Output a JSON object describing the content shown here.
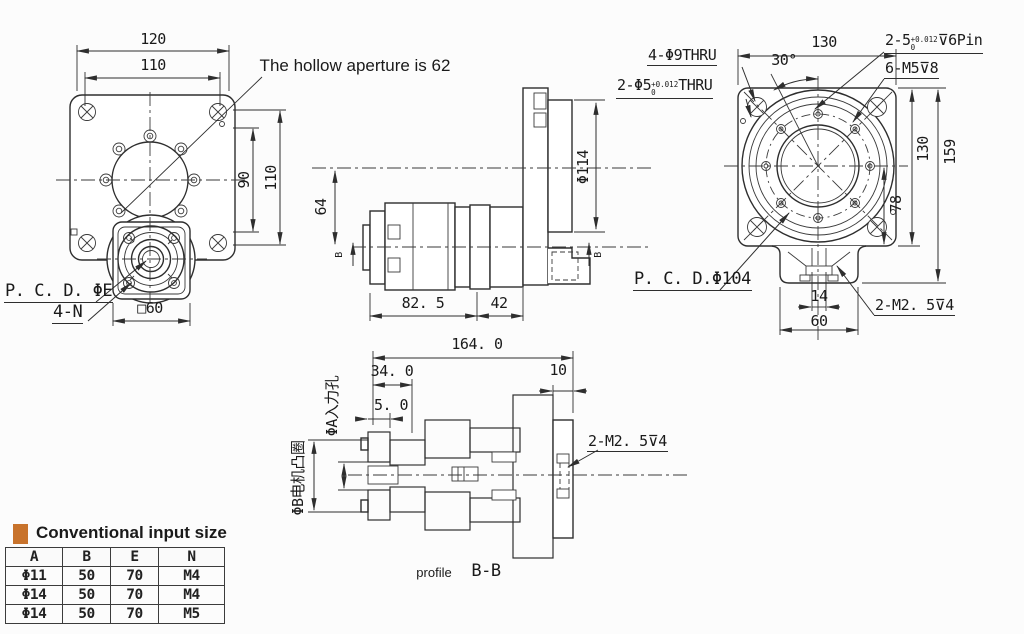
{
  "colors": {
    "accent_orange": "#c8732c",
    "line": "#2e2e2e",
    "text": "#1a1a1a",
    "background": "#fcfcfc"
  },
  "front_view": {
    "dim_width_outer": "120",
    "dim_width_inner": "110",
    "dim_height_inner": "90",
    "dim_height_outer": "110",
    "note_hollow_aperture": "The hollow aperture is 62",
    "label_pcd": "P. C. D. ΦE",
    "label_holes": "4-N",
    "dim_square": "□60"
  },
  "side_view": {
    "dim_height_64": "64",
    "dim_phi114": "Φ114",
    "dim_length_825": "82. 5",
    "dim_length_42": "42",
    "section_marker_left": "B",
    "section_marker_right": "B"
  },
  "rear_view": {
    "label_4_phi9": "4-Φ9THRU",
    "label_2_phi5": {
      "base": "2-Φ5",
      "tol_top": "+0.012",
      "tol_bottom": "0",
      "tail": "THRU"
    },
    "label_pin": {
      "base": "2-5",
      "tol_top": "+0.012",
      "tol_bottom": "0",
      "tail": "⊽6Pin"
    },
    "label_6_m5": "6-M5⊽8",
    "dim_width_130": "130",
    "dim_angle_30": "30°",
    "dim_height_130": "130",
    "dim_height_159": "159",
    "dim_height_78": "78",
    "label_pcd104": "P. C. D.Φ104",
    "dim_14": "14",
    "dim_60": "60",
    "label_2_m25": "2-M2. 5⊽4"
  },
  "section_view": {
    "dim_length_164": "164. 0",
    "dim_34": "34. 0",
    "dim_10": "10",
    "dim_5": "5. 0",
    "label_input_hole": "ΦA入力孔",
    "label_motor_boss": "ΦB电机凸圈",
    "label_2_m25": "2-M2. 5⊽4",
    "caption_profile": "profile",
    "caption_section": "B-B"
  },
  "legend": {
    "title": "Conventional input size"
  },
  "table": {
    "headers": [
      "A",
      "B",
      "E",
      "N"
    ],
    "rows": [
      [
        "Φ11",
        "50",
        "70",
        "M4"
      ],
      [
        "Φ14",
        "50",
        "70",
        "M4"
      ],
      [
        "Φ14",
        "50",
        "70",
        "M5"
      ]
    ]
  }
}
